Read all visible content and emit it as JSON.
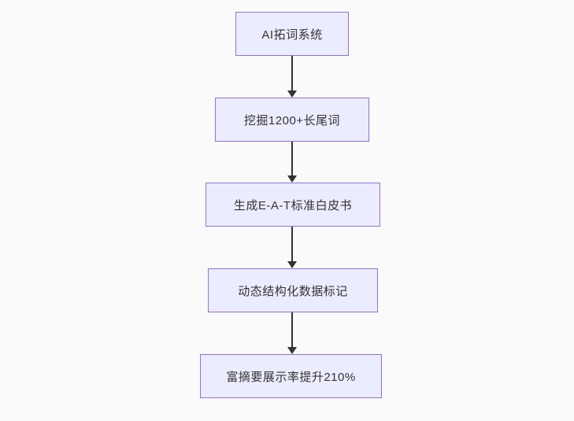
{
  "diagram": {
    "type": "flowchart",
    "direction": "top-down",
    "nodes": [
      {
        "label": "AI拓词系统"
      },
      {
        "label": "挖掘1200+长尾词"
      },
      {
        "label": "生成E-A-T标准白皮书"
      },
      {
        "label": "动态结构化数据标记"
      },
      {
        "label": "富摘要展示率提升210%"
      }
    ],
    "edges": [
      {
        "from": 0,
        "to": 1
      },
      {
        "from": 1,
        "to": 2
      },
      {
        "from": 2,
        "to": 3
      },
      {
        "from": 3,
        "to": 4
      }
    ],
    "colors": {
      "background": "#fafafa",
      "node_fill": "#ECECFF",
      "node_border": "#9370DB",
      "arrow": "#333333",
      "text": "#333333"
    }
  }
}
